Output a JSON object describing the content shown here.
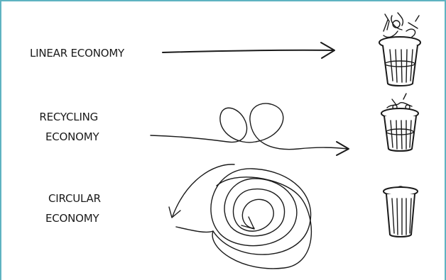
{
  "rows": [
    {
      "lines": [
        "LINEAR ECONOMY"
      ],
      "bin_icon": "overflowing-trash-can-icon"
    },
    {
      "lines": [
        "RECYCLING",
        "ECONOMY"
      ],
      "bin_icon": "half-full-trash-can-icon"
    },
    {
      "lines": [
        "CIRCULAR",
        "ECONOMY"
      ],
      "bin_icon": "empty-trash-can-icon"
    }
  ],
  "colors": {
    "ink": "#1a1a1a",
    "frame": "#5fb3c1"
  }
}
